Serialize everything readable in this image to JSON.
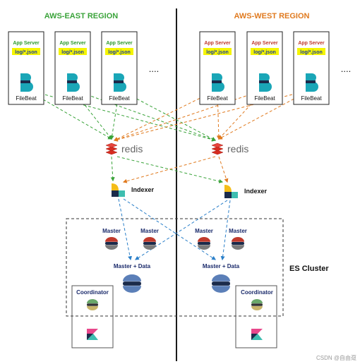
{
  "regions": {
    "east": {
      "title": "AWS-EAST REGION",
      "color": "#3aa33a"
    },
    "west": {
      "title": "AWS-WEST REGION",
      "color": "#e07a1f"
    }
  },
  "app_server": {
    "label": "App Server",
    "log": "log/*.json",
    "highlight": "#f5f500"
  },
  "filebeat": {
    "label": "FileBeat"
  },
  "more": "....",
  "redis": {
    "label": "redis",
    "color": "#d82c20"
  },
  "indexer": {
    "label": "Indexer"
  },
  "master": {
    "label": "Master"
  },
  "master_data": {
    "label": "Master + Data"
  },
  "coordinator": {
    "label": "Coordinator"
  },
  "es_cluster": {
    "label": "ES Cluster"
  },
  "watermark": "CSDN @自由趸",
  "colors": {
    "east_arrow": "#3aa33a",
    "west_arrow": "#e07a1f",
    "cluster_arrow": "#2a7fc9",
    "filebeat_teal": "#1aa6b7",
    "elastic_navy": "#1b2b4b"
  }
}
